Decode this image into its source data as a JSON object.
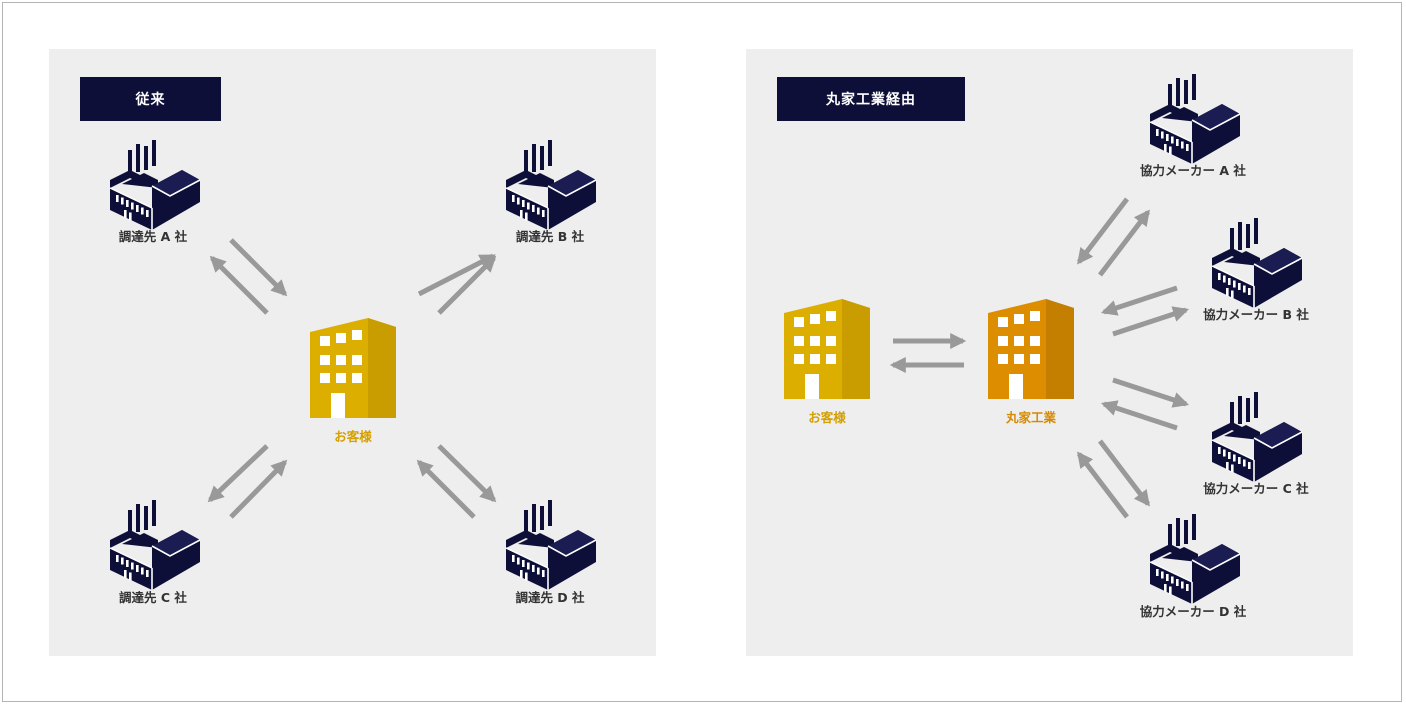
{
  "left_panel": {
    "title": "従来",
    "customer_label": "お客様",
    "suppliers": [
      "調達先 A 社",
      "調達先 B 社",
      "調達先 C 社",
      "調達先 D 社"
    ]
  },
  "right_panel": {
    "title": "丸家工業経由",
    "customer_label": "お客様",
    "hub_label": "丸家工業",
    "makers": [
      "協力メーカー A 社",
      "協力メーカー B 社",
      "協力メーカー C 社",
      "協力メーカー D 社"
    ]
  },
  "colors": {
    "navy": "#0e0f38",
    "customer_building": "#dcae00",
    "hub_building": "#dc8e00",
    "arrow": "#999999",
    "customer_text": "#d4a000",
    "hub_text": "#d68a00",
    "panel_bg": "#eeeeef"
  },
  "icons": {
    "supplier": "factory-icon",
    "customer": "office-building-icon",
    "hub": "office-building-icon"
  }
}
